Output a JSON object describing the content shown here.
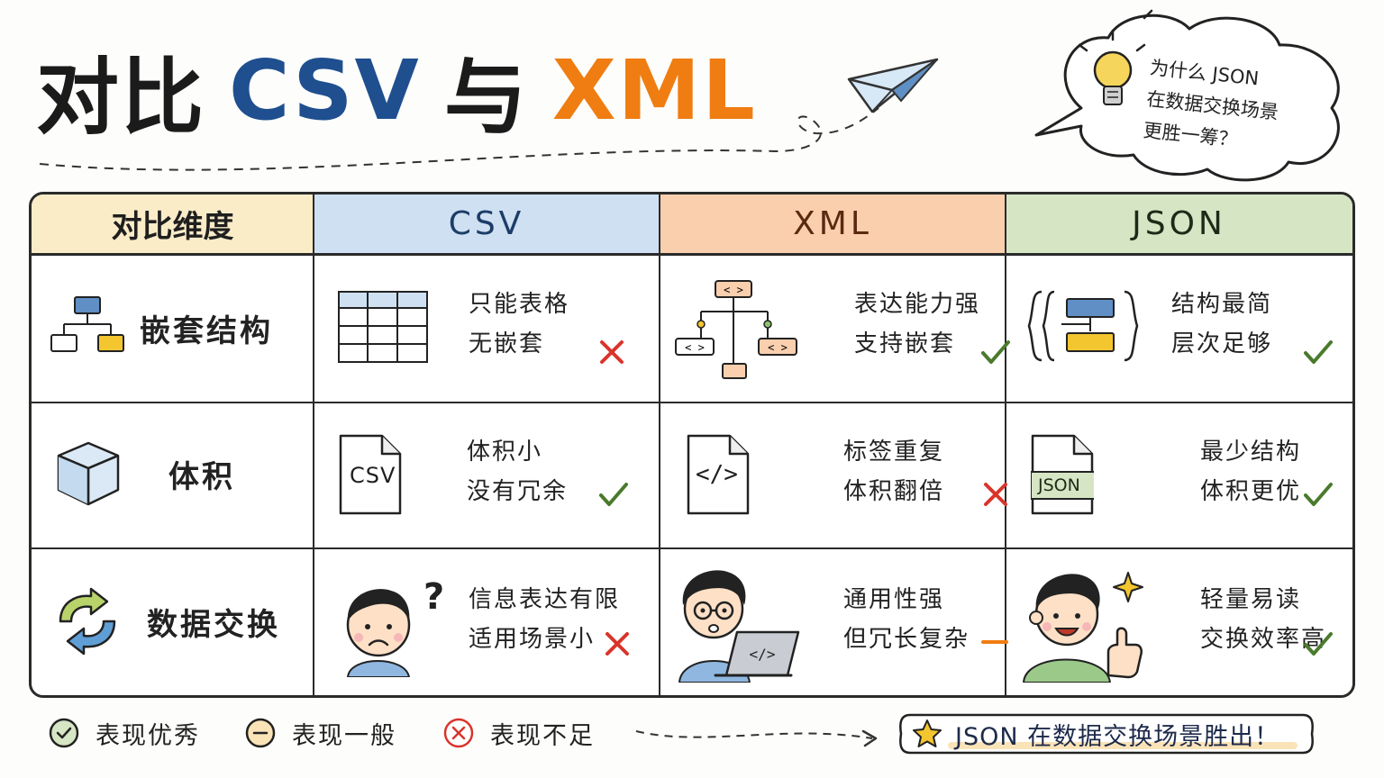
{
  "title": {
    "part1": "对比",
    "part2": "CSV",
    "part3": "与",
    "part4": "XML"
  },
  "bubble": {
    "line1": "为什么 JSON",
    "line2": "在数据交换场景",
    "line3": "更胜一筹？"
  },
  "headers": {
    "dimension": "对比维度",
    "csv": "CSV",
    "xml": "XML",
    "json": "JSON"
  },
  "rows": [
    {
      "dimension": "嵌套结构",
      "csv": {
        "line1": "只能表格",
        "line2": "无嵌套",
        "mark": "cross"
      },
      "xml": {
        "line1": "表达能力强",
        "line2": "支持嵌套",
        "mark": "check"
      },
      "json": {
        "line1": "结构最简",
        "line2": "层次足够",
        "mark": "check"
      }
    },
    {
      "dimension": "体积",
      "csv": {
        "line1": "体积小",
        "line2": "没有冗余",
        "mark": "check",
        "file_label": "CSV"
      },
      "xml": {
        "line1": "标签重复",
        "line2": "体积翻倍",
        "mark": "cross",
        "file_label": "</>"
      },
      "json": {
        "line1": "最少结构",
        "line2": "体积更优",
        "mark": "check",
        "file_label": "JSON"
      }
    },
    {
      "dimension": "数据交换",
      "csv": {
        "line1": "信息表达有限",
        "line2": "适用场景小",
        "mark": "cross"
      },
      "xml": {
        "line1": "通用性强",
        "line2": "但冗长复杂",
        "mark": "dash"
      },
      "json": {
        "line1": "轻量易读",
        "line2": "交换效率高",
        "mark": "check"
      }
    }
  ],
  "legend": {
    "good": "表现优秀",
    "fair": "表现一般",
    "poor": "表现不足"
  },
  "banner": "JSON 在数据交换场景胜出！",
  "colors": {
    "check": "#4a7a2c",
    "cross": "#d9342b",
    "dash": "#ef7d12",
    "csv_blue": "#1f4f8f",
    "xml_orange": "#ef7d12"
  },
  "icons": [
    "paper-plane-icon",
    "lightbulb-icon",
    "hierarchy-icon",
    "cube-icon",
    "sync-arrows-icon",
    "table-icon",
    "xml-tree-icon",
    "json-structure-icon",
    "file-icon",
    "confused-person-icon",
    "developer-laptop-icon",
    "thumbs-up-person-icon",
    "star-icon"
  ]
}
